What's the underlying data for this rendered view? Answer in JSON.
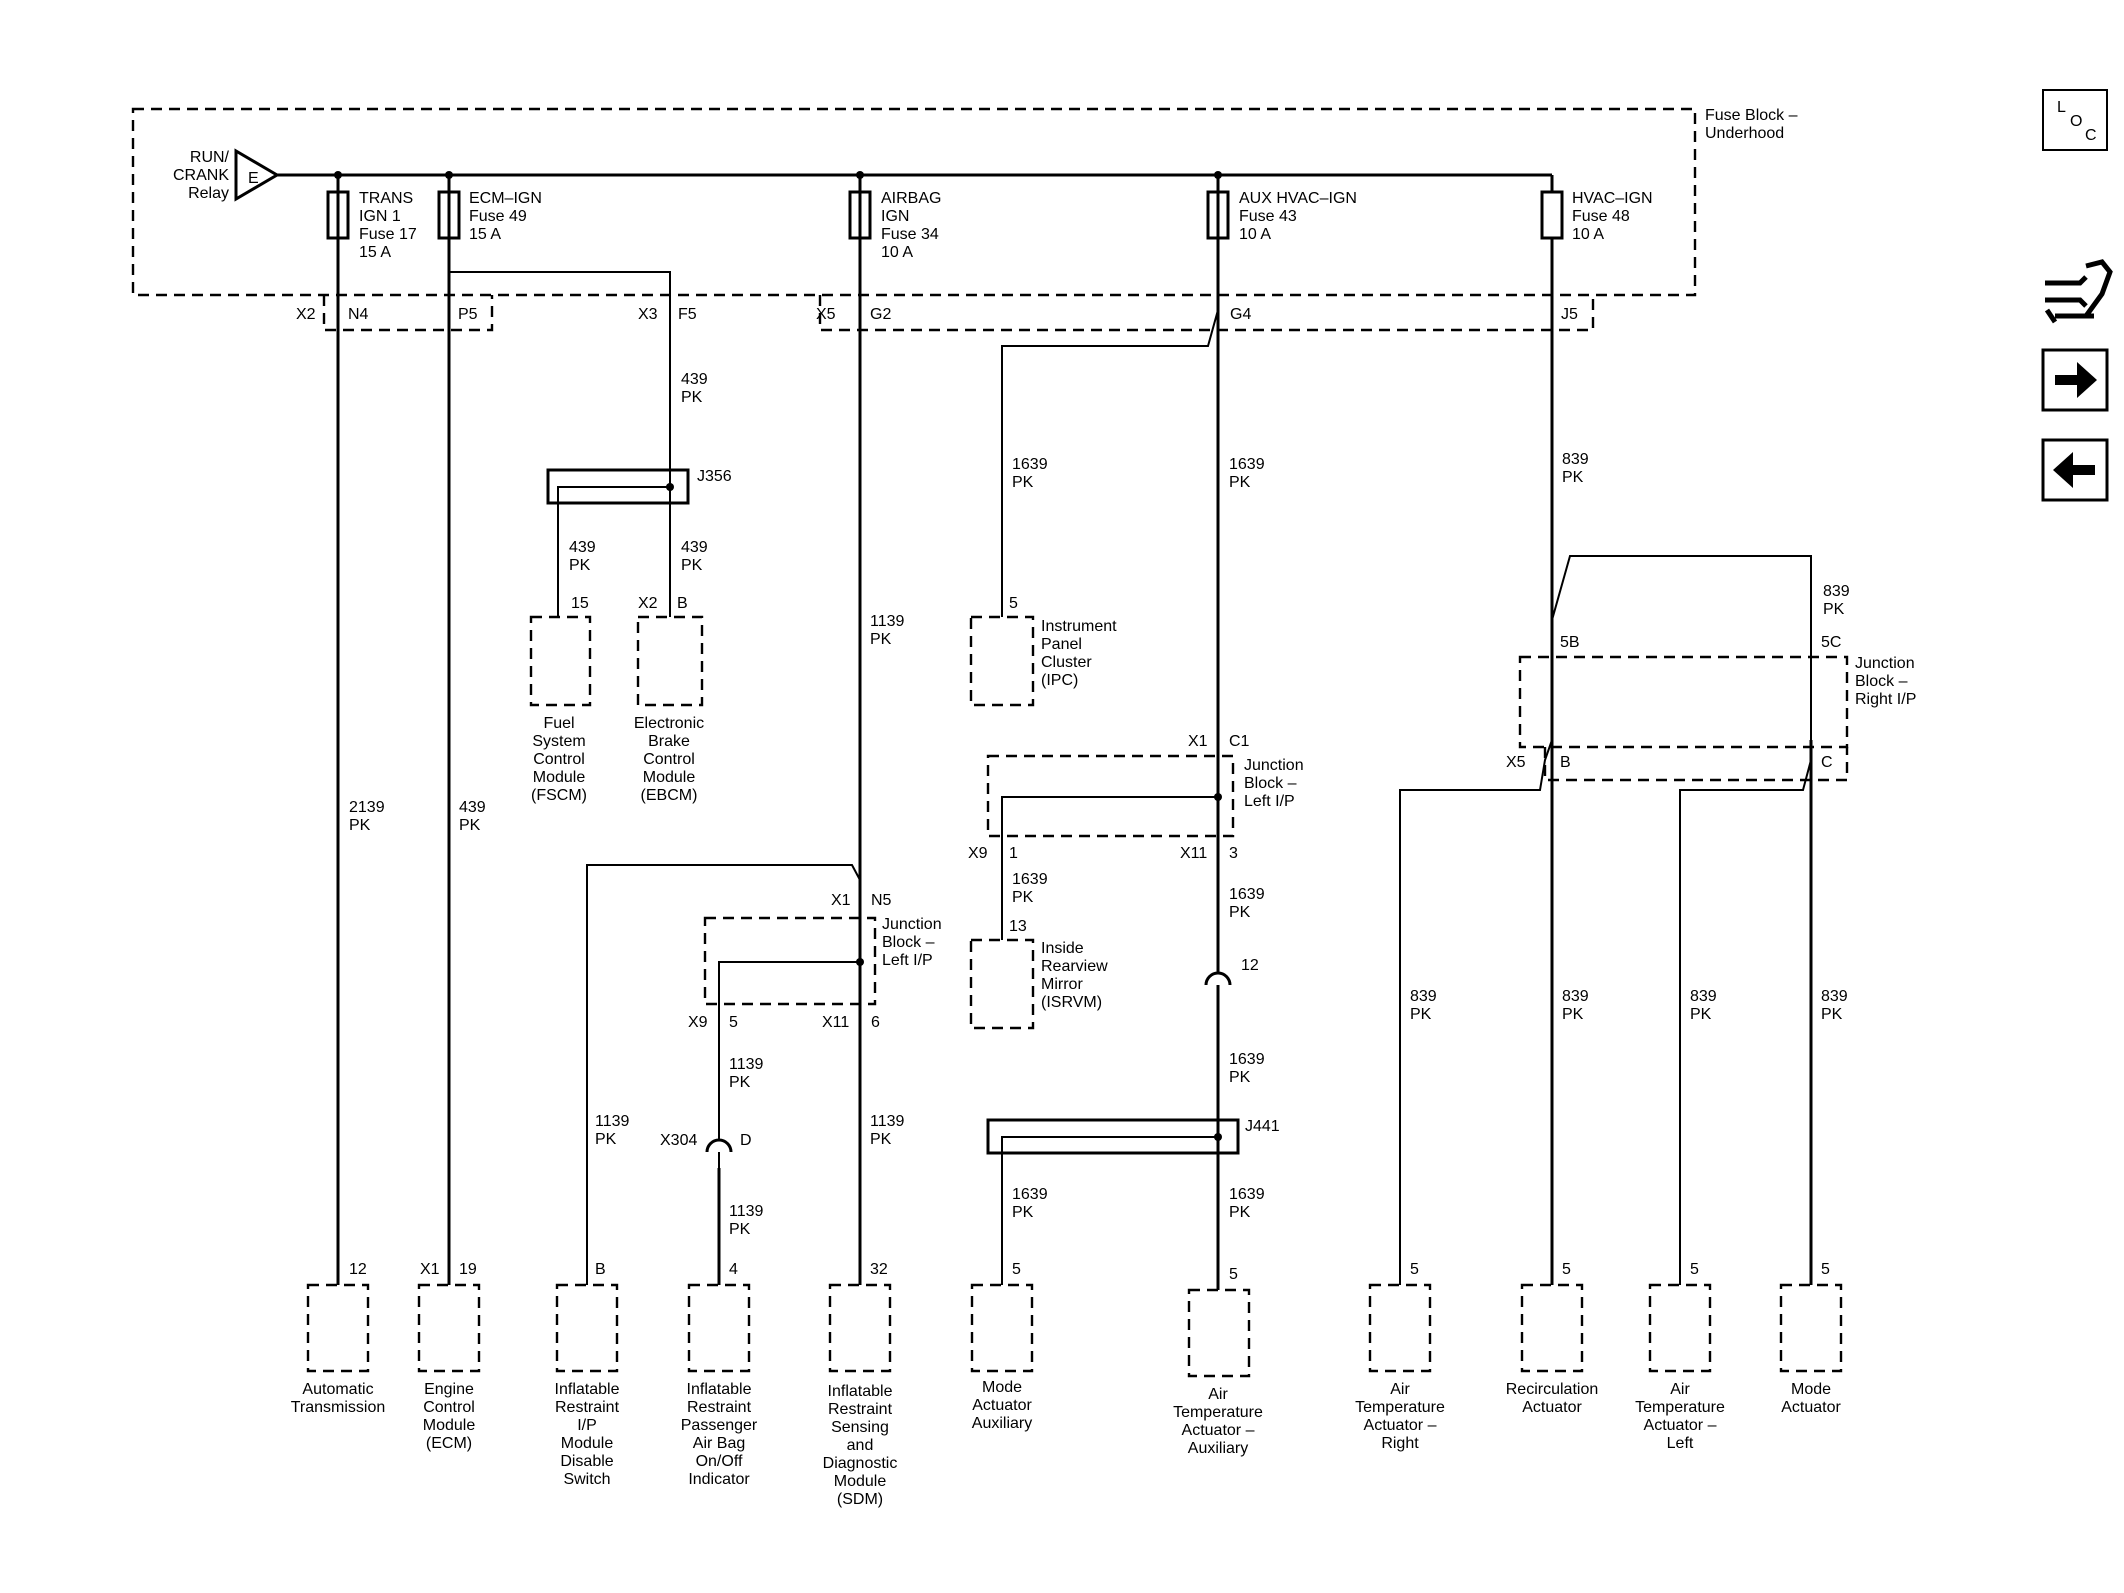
{
  "fuse_block": {
    "name": [
      "Fuse Block –",
      "Underhood"
    ],
    "relay": [
      "RUN/",
      "CRANK",
      "Relay"
    ],
    "relay_pin": "E",
    "fuses": [
      {
        "lines": [
          "TRANS",
          "IGN 1",
          "Fuse 17",
          "15 A"
        ]
      },
      {
        "lines": [
          "ECM–IGN",
          "Fuse 49",
          "15 A"
        ]
      },
      {
        "lines": [
          "AIRBAG",
          "IGN",
          "Fuse 34",
          "10 A"
        ]
      },
      {
        "lines": [
          "AUX HVAC–IGN",
          "Fuse 43",
          "10 A"
        ]
      },
      {
        "lines": [
          "HVAC–IGN",
          "Fuse 48",
          "10 A"
        ]
      }
    ],
    "connectors": [
      "X2",
      "N4",
      "P5",
      "X3",
      "F5",
      "X5",
      "G2",
      "G4",
      "J5"
    ]
  },
  "splices": {
    "j356": "J356",
    "j441": "J441",
    "x304": "X304",
    "x304_pin": "D",
    "inline_12": "12"
  },
  "junction_blocks": {
    "left_ip_airbag": {
      "name": [
        "Junction",
        "Block –",
        "Left I/P"
      ],
      "top": [
        "X1",
        "N5"
      ],
      "bottom": [
        "X9",
        "5",
        "X11",
        "6"
      ]
    },
    "left_ip_aux": {
      "name": [
        "Junction",
        "Block –",
        "Left I/P"
      ],
      "top": [
        "X1",
        "C1"
      ],
      "bottom": [
        "X9",
        "1",
        "X11",
        "3"
      ]
    },
    "right_ip": {
      "name": [
        "Junction",
        "Block –",
        "Right I/P"
      ],
      "top": [
        "5B",
        "5C"
      ],
      "bottom": [
        "X5",
        "B",
        "C"
      ]
    }
  },
  "wires": [
    {
      "lines": [
        "439",
        "PK"
      ]
    },
    {
      "lines": [
        "439",
        "PK"
      ]
    },
    {
      "lines": [
        "439",
        "PK"
      ]
    },
    {
      "lines": [
        "2139",
        "PK"
      ]
    },
    {
      "lines": [
        "439",
        "PK"
      ]
    },
    {
      "lines": [
        "1139",
        "PK"
      ]
    },
    {
      "lines": [
        "1139",
        "PK"
      ]
    },
    {
      "lines": [
        "1139",
        "PK"
      ]
    },
    {
      "lines": [
        "1139",
        "PK"
      ]
    },
    {
      "lines": [
        "1139",
        "PK"
      ]
    },
    {
      "lines": [
        "1639",
        "PK"
      ]
    },
    {
      "lines": [
        "1639",
        "PK"
      ]
    },
    {
      "lines": [
        "1639",
        "PK"
      ]
    },
    {
      "lines": [
        "1639",
        "PK"
      ]
    },
    {
      "lines": [
        "1639",
        "PK"
      ]
    },
    {
      "lines": [
        "1639",
        "PK"
      ]
    },
    {
      "lines": [
        "1639",
        "PK"
      ]
    },
    {
      "lines": [
        "839",
        "PK"
      ]
    },
    {
      "lines": [
        "839",
        "PK"
      ]
    },
    {
      "lines": [
        "839",
        "PK"
      ]
    },
    {
      "lines": [
        "839",
        "PK"
      ]
    },
    {
      "lines": [
        "839",
        "PK"
      ]
    },
    {
      "lines": [
        "839",
        "PK"
      ]
    }
  ],
  "pins": [
    "15",
    "X2",
    "B",
    "5",
    "13",
    "12",
    "X1",
    "19",
    "B",
    "4",
    "32",
    "5",
    "5",
    "5",
    "5",
    "5",
    "5"
  ],
  "components": [
    {
      "lines": [
        "Fuel",
        "System",
        "Control",
        "Module",
        "(FSCM)"
      ]
    },
    {
      "lines": [
        "Electronic",
        "Brake",
        "Control",
        "Module",
        "(EBCM)"
      ]
    },
    {
      "lines": [
        "Instrument",
        "Panel",
        "Cluster",
        "(IPC)"
      ]
    },
    {
      "lines": [
        "Inside",
        "Rearview",
        "Mirror",
        "(ISRVM)"
      ]
    },
    {
      "lines": [
        "Automatic",
        "Transmission"
      ]
    },
    {
      "lines": [
        "Engine",
        "Control",
        "Module",
        "(ECM)"
      ]
    },
    {
      "lines": [
        "Inflatable",
        "Restraint",
        "I/P",
        "Module",
        "Disable",
        "Switch"
      ]
    },
    {
      "lines": [
        "Inflatable",
        "Restraint",
        "Passenger",
        "Air Bag",
        "On/Off",
        "Indicator"
      ]
    },
    {
      "lines": [
        "Inflatable",
        "Restraint",
        "Sensing",
        "and",
        "Diagnostic",
        "Module",
        "(SDM)"
      ]
    },
    {
      "lines": [
        "Mode",
        "Actuator",
        "Auxiliary"
      ]
    },
    {
      "lines": [
        "Air",
        "Temperature",
        "Actuator –",
        "Auxiliary"
      ]
    },
    {
      "lines": [
        "Air",
        "Temperature",
        "Actuator –",
        "Right"
      ]
    },
    {
      "lines": [
        "Recirculation",
        "Actuator"
      ]
    },
    {
      "lines": [
        "Air",
        "Temperature",
        "Actuator –",
        "Left"
      ]
    },
    {
      "lines": [
        "Mode",
        "Actuator"
      ]
    }
  ],
  "nav": {
    "loc": [
      "L",
      "O",
      "C"
    ],
    "icons": [
      "connector-tool-icon",
      "arrow-right-icon",
      "arrow-left-icon"
    ]
  }
}
